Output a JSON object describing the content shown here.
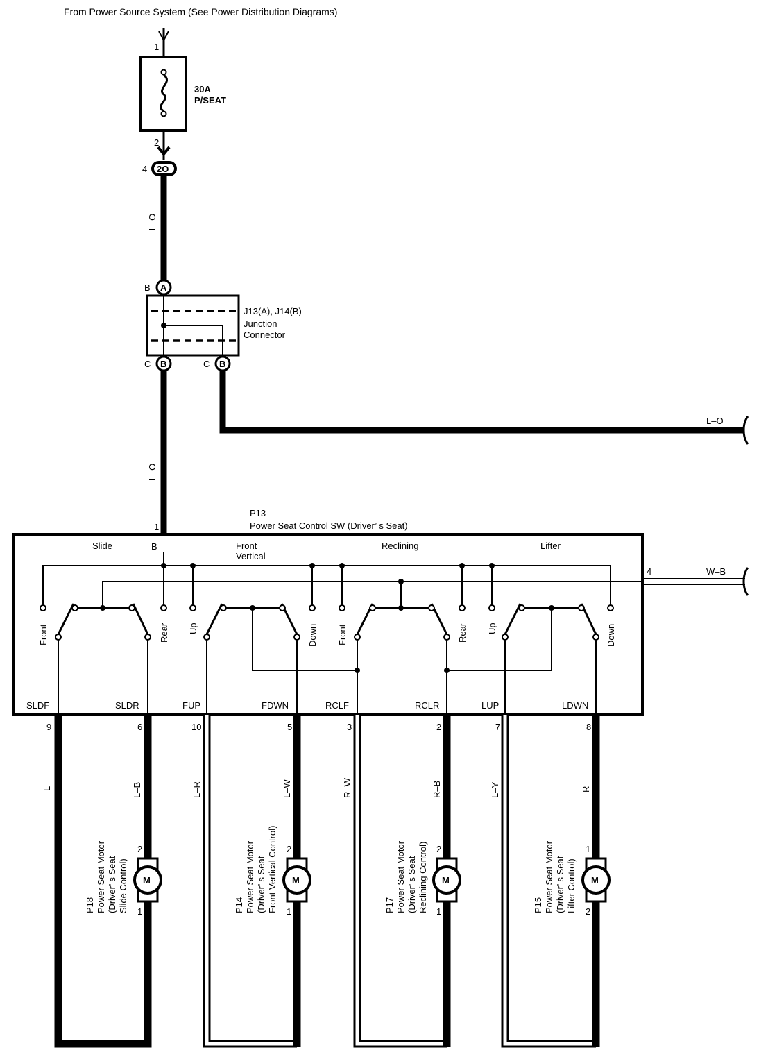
{
  "header": {
    "source_note": "From Power Source System (See Power Distribution Diagrams)"
  },
  "fuse": {
    "pin_top": "1",
    "pin_bottom": "2",
    "rating": "30A",
    "name": "P/SEAT"
  },
  "connector_2o": {
    "pin": "4",
    "label": "2O"
  },
  "wires": {
    "lo_upper": "L–O",
    "lo_lower": "L–O",
    "lo_branch": "L–O",
    "wb_out": "W–B",
    "wb_pin": "4"
  },
  "junction": {
    "line1": "J13(A), J14(B)",
    "line2": "Junction",
    "line3": "Connector",
    "top_pin": "B",
    "top_conn": "A",
    "bot_pin_left": "C",
    "bot_conn_left": "B",
    "bot_pin_right": "C",
    "bot_conn_right": "B"
  },
  "switch": {
    "code": "P13",
    "name": "Power Seat Control SW (Driver’ s Seat)",
    "input_pin": "1",
    "input_label": "B",
    "sections": [
      "Slide",
      "Front",
      "Vertical",
      "Reclining",
      "Lifter"
    ],
    "contacts": [
      "Front",
      "Rear",
      "Up",
      "Down",
      "Front",
      "Rear",
      "Up",
      "Down"
    ],
    "terminals": [
      {
        "label": "SLDF",
        "pin": "9"
      },
      {
        "label": "SLDR",
        "pin": "6"
      },
      {
        "label": "FUP",
        "pin": "10"
      },
      {
        "label": "FDWN",
        "pin": "5"
      },
      {
        "label": "RCLF",
        "pin": "3"
      },
      {
        "label": "RCLR",
        "pin": "2"
      },
      {
        "label": "LUP",
        "pin": "7"
      },
      {
        "label": "LDWN",
        "pin": "8"
      }
    ]
  },
  "motor_wires": [
    "L",
    "L–B",
    "L–R",
    "L–W",
    "R–W",
    "R–B",
    "L–Y",
    "R"
  ],
  "motors": [
    {
      "code": "P18",
      "l1": "Power Seat Motor",
      "l2": "(Driver’ s Seat",
      "l3": "Slide Control)",
      "pin_top": "2",
      "pin_bot": "1",
      "symbol": "M"
    },
    {
      "code": "P14",
      "l1": "Power Seat Motor",
      "l2": "(Driver’ s Seat",
      "l3": "Front Vertical Control)",
      "pin_top": "2",
      "pin_bot": "1",
      "symbol": "M"
    },
    {
      "code": "P17",
      "l1": "Power Seat Motor",
      "l2": "(Driver’ s Seat",
      "l3": "Reclining Control)",
      "pin_top": "2",
      "pin_bot": "1",
      "symbol": "M"
    },
    {
      "code": "P15",
      "l1": "Power Seat Motor",
      "l2": "(Driver’ s Seat",
      "l3": "Lifter Control)",
      "pin_top": "1",
      "pin_bot": "2",
      "symbol": "M"
    }
  ]
}
